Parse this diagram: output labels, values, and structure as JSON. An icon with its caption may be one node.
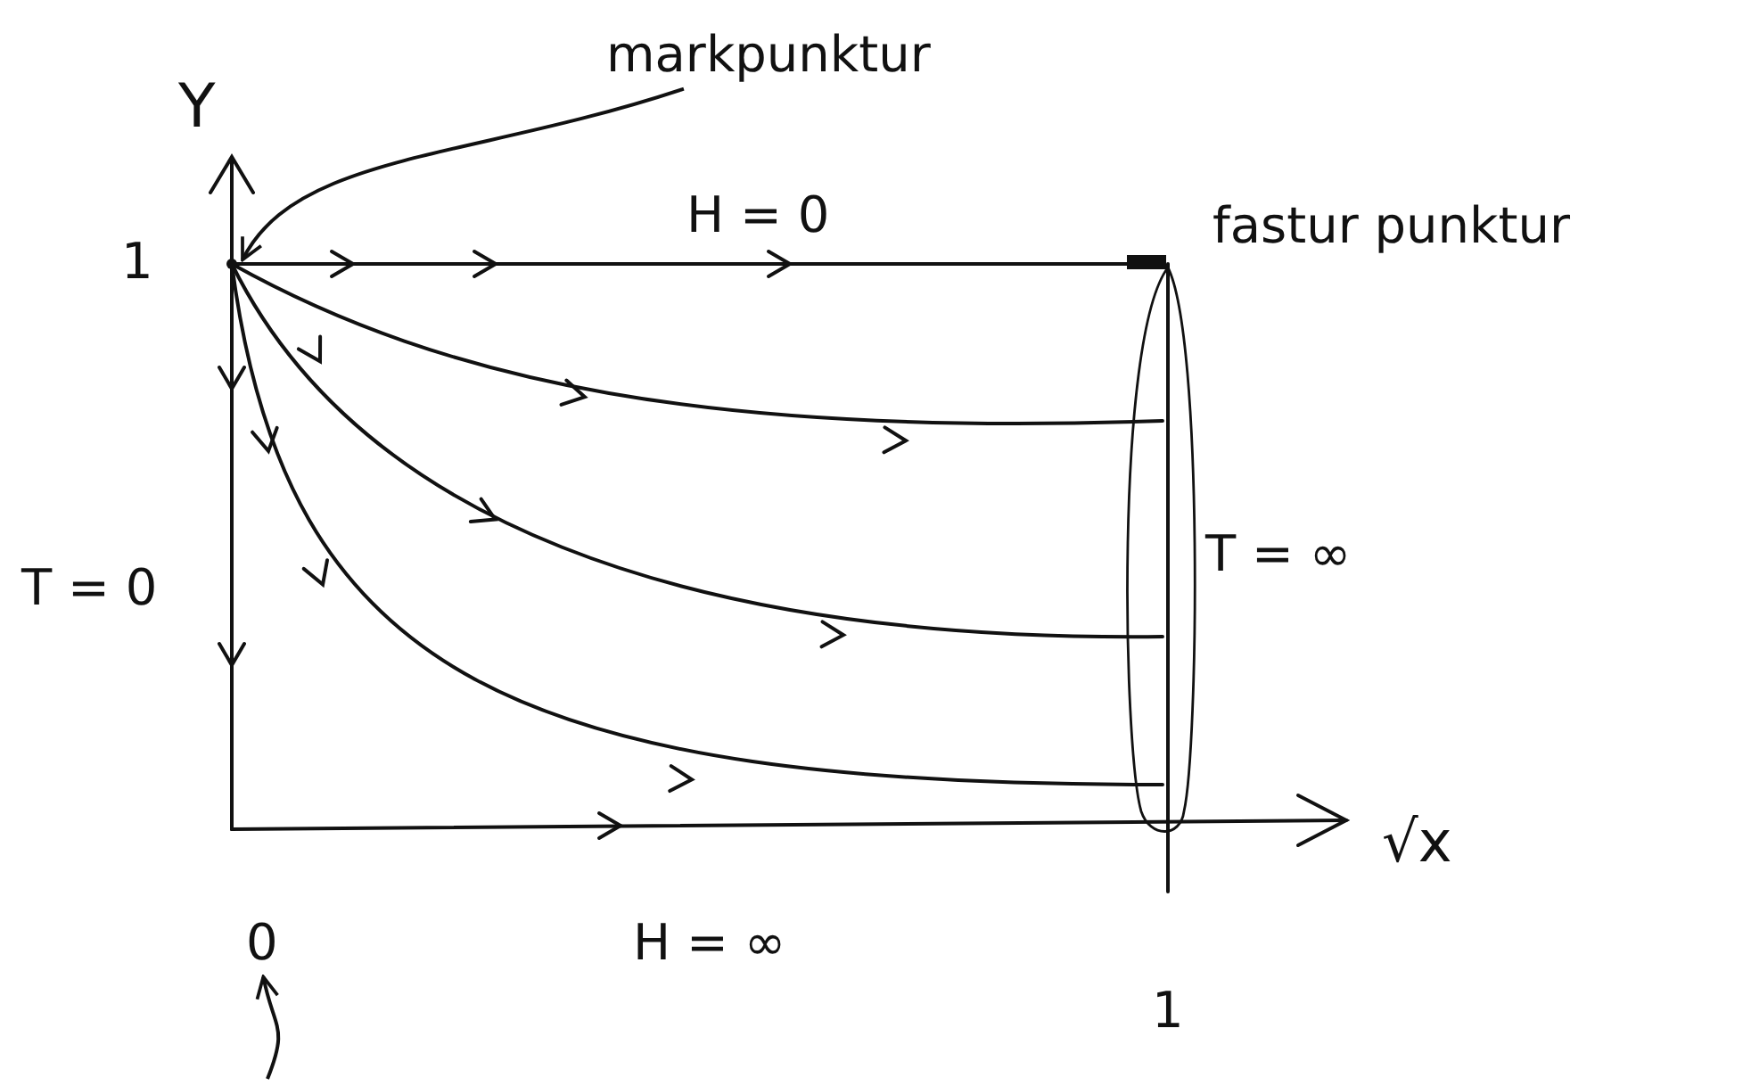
{
  "diagram": {
    "nodes": [
      {
        "text": [
          "markpunktur"
        ]
      },
      {
        "text": [
          "0"
        ]
      },
      {
        "text": [],
        "shape": "point"
      }
    ],
    "edges": [
      {
        "from": 0,
        "to": 2,
        "arrow": "to"
      },
      {
        "from": null,
        "to": 1,
        "arrow": "to"
      }
    ],
    "labels": [
      "Y",
      "1",
      "H = 0",
      "fastur punktur",
      "T = 0",
      "T = ∞",
      "√x",
      "H = ∞",
      "1"
    ]
  }
}
